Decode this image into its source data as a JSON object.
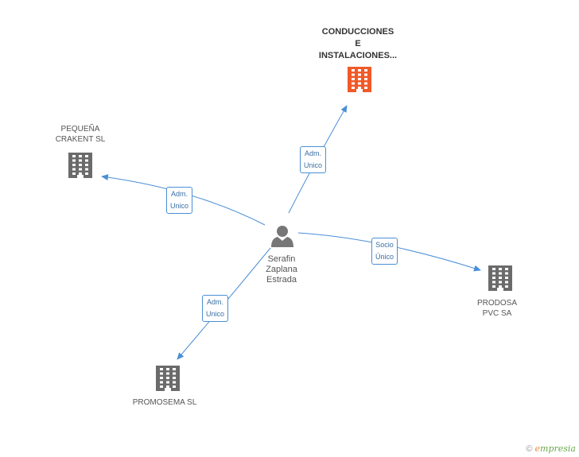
{
  "colors": {
    "edge": "#4a8fd6",
    "building": "#6b6b6b",
    "building_main": "#f05a28",
    "person": "#777777"
  },
  "center": {
    "name_lines": [
      "Serafin",
      "Zaplana",
      "Estrada"
    ],
    "icon": "person-icon"
  },
  "nodes": [
    {
      "id": "conducciones",
      "lines": [
        "CONDUCCIONES",
        "E",
        "INSTALACIONES..."
      ],
      "icon": "building-icon",
      "highlight": true
    },
    {
      "id": "pequena",
      "lines": [
        "PEQUEÑA",
        "CRAKENT SL"
      ],
      "icon": "building-icon",
      "highlight": false
    },
    {
      "id": "prodosa",
      "lines": [
        "PRODOSA",
        "PVC SA"
      ],
      "icon": "building-icon",
      "highlight": false
    },
    {
      "id": "promosema",
      "lines": [
        "PROMOSEMA SL"
      ],
      "icon": "building-icon",
      "highlight": false
    }
  ],
  "edges": [
    {
      "to": "conducciones",
      "label_lines": [
        "Adm.",
        "Unico"
      ]
    },
    {
      "to": "pequena",
      "label_lines": [
        "Adm.",
        "Unico"
      ]
    },
    {
      "to": "prodosa",
      "label_lines": [
        "Socio",
        "Único"
      ]
    },
    {
      "to": "promosema",
      "label_lines": [
        "Adm.",
        "Unico"
      ]
    }
  ],
  "footer": {
    "copyright": "©",
    "brand_first": "e",
    "brand_rest": "mpresia"
  }
}
